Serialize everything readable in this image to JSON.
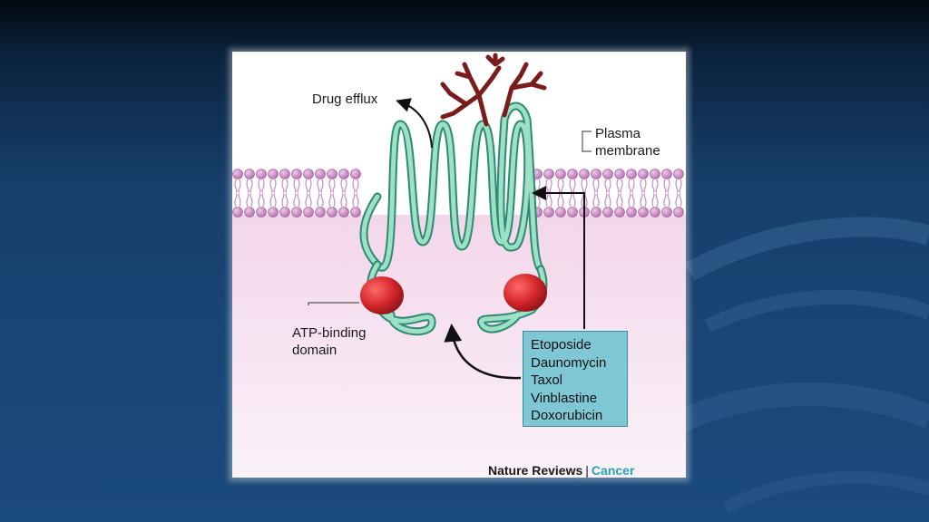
{
  "figure": {
    "labels": {
      "drug_efflux": "Drug efflux",
      "plasma_membrane_line1": "Plasma",
      "plasma_membrane_line2": "membrane",
      "atp_binding_line1": "ATP-binding",
      "atp_binding_line2": "domain"
    },
    "drugs": [
      "Etoposide",
      "Daunomycin",
      "Taxol",
      "Vinblastine",
      "Doxorubicin"
    ],
    "credit": {
      "publisher": "Nature Reviews",
      "separator": "|",
      "journal": "Cancer"
    }
  },
  "colors": {
    "slide_background": "#1b4a7d",
    "cytoplasm": "#f3d6ea",
    "lipid_head": "#c68ac0",
    "protein_strand": "#9ee0c6",
    "atp_domain": "#d3262b",
    "glycosylation": "#7a1c1c",
    "drug_box": "#7fc7d4",
    "journal_accent": "#2aa3b8"
  }
}
